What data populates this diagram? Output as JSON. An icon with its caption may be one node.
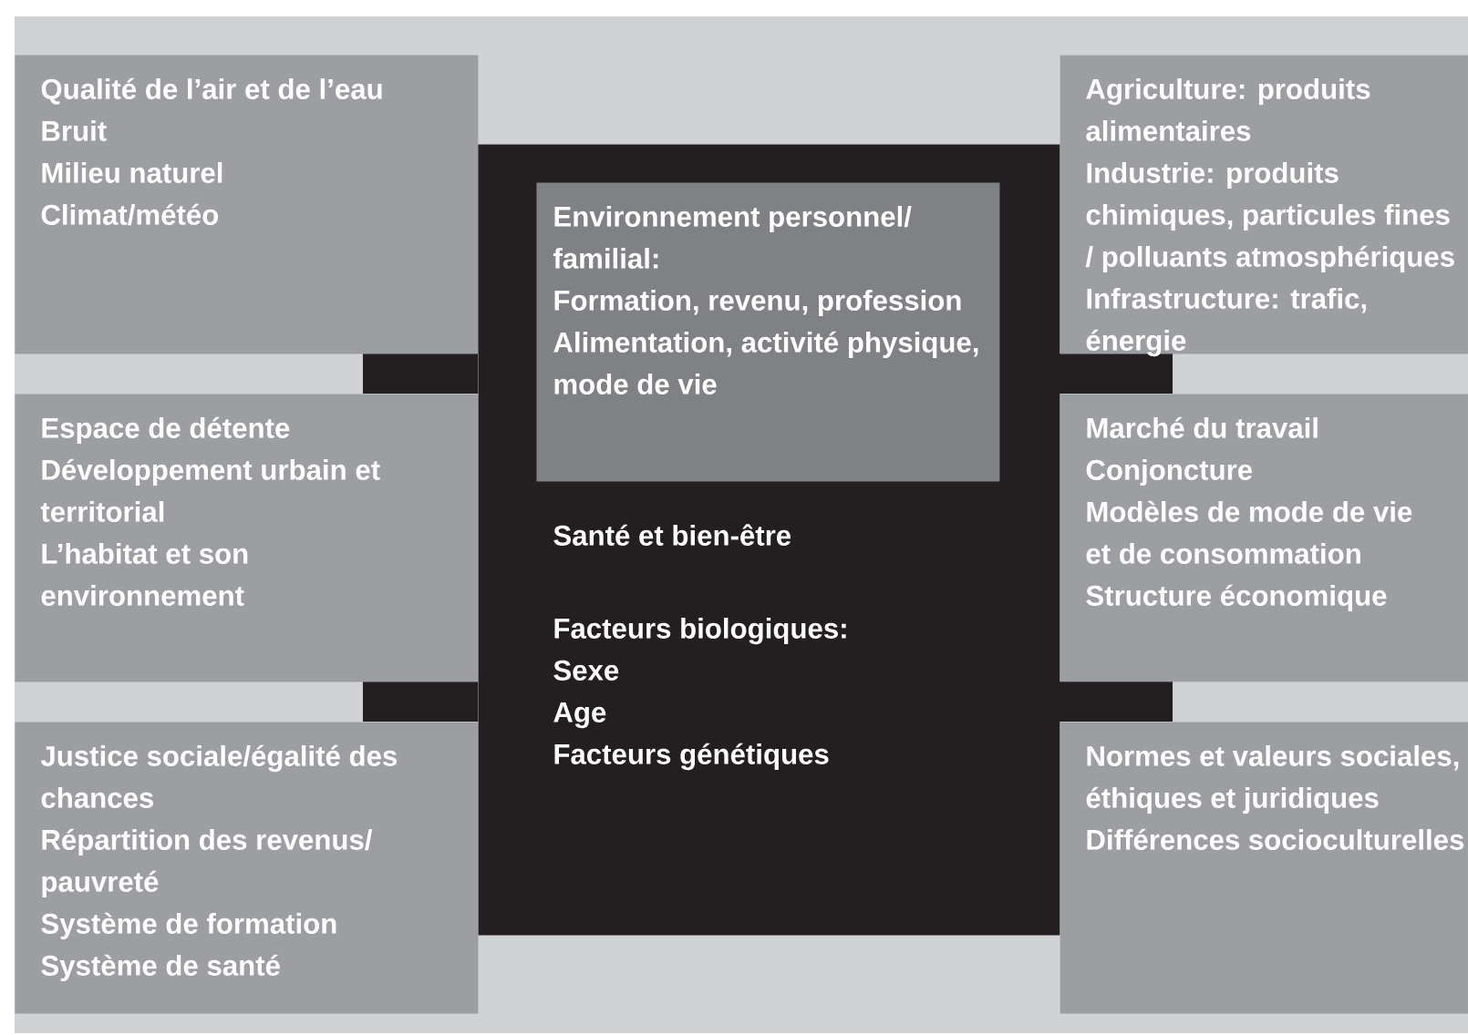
{
  "diagram": {
    "nodes": [
      {
        "text": [
          "Qualité de l’air et de l’eau",
          "Bruit",
          "Milieu naturel",
          "Climat/météo"
        ]
      },
      {
        "text": [
          "Santé et bien-être",
          "Facteurs biologiques:",
          "Sexe",
          "Age",
          "Facteurs génétiques"
        ]
      },
      {
        "text": [
          "Environnement personnel/ familial:",
          "Formation, revenu, profession",
          "Alimentation, activité physique, mode de vie"
        ],
        "in": 1
      },
      {
        "text": [
          "Agriculture: produits alimentaires",
          "Industrie: produits chimiques, particules fines / polluants atmosphériques",
          "Infrastructure: trafic, énergie"
        ]
      },
      {
        "text": [
          "Espace de détente",
          "Développement urbain et territorial",
          "L’habitat et son environnement"
        ]
      },
      {
        "text": [
          "Marché du travail",
          "Conjoncture",
          "Modèles de mode de vie et de consommation",
          "Structure économique"
        ]
      },
      {
        "text": [
          "Justice sociale/égalité des chances",
          "Répartition des revenus/ pauvreté",
          "Système de formation",
          "Système de santé"
        ]
      },
      {
        "text": [
          "Normes et valeurs sociales, éthiques et juridiques",
          "Différences socioculturelles"
        ]
      }
    ]
  }
}
